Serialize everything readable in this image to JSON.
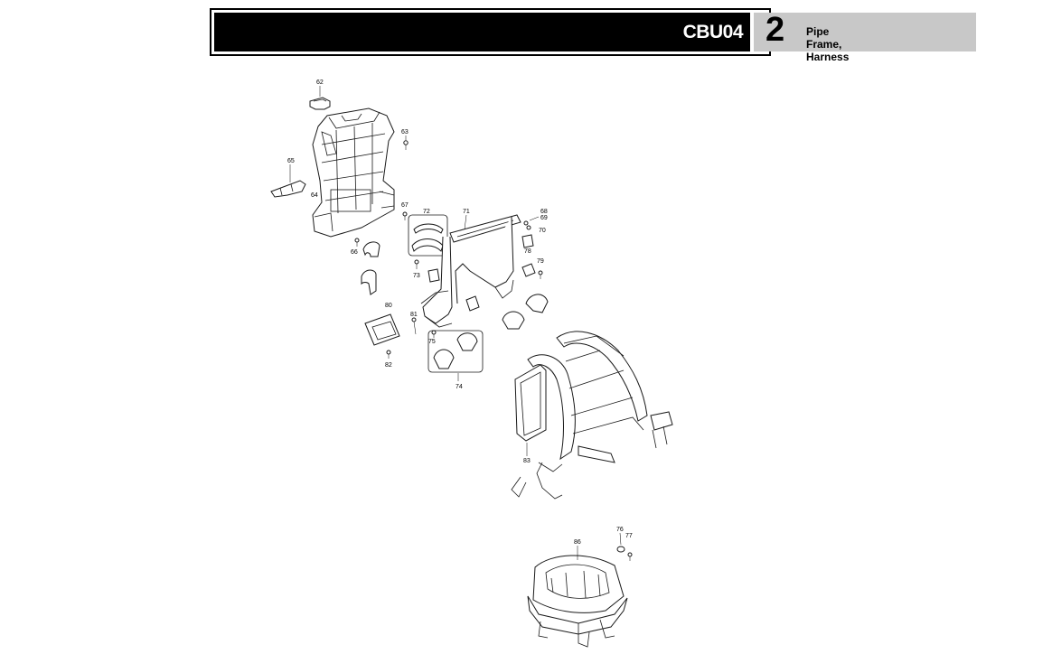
{
  "header": {
    "model": "CBU04",
    "section_number": "2",
    "section_title": "Pipe Frame, Harness"
  },
  "parts": {
    "p62a": "62",
    "p63": "63",
    "p65": "65",
    "p64": "64",
    "p66": "66",
    "p67": "67",
    "p72": "72",
    "p71": "71",
    "p68": "68",
    "p69": "69",
    "p70": "70",
    "p78": "78",
    "p79": "79",
    "p73": "73",
    "p80": "80",
    "p81": "81",
    "p75": "75",
    "p82": "82",
    "p74": "74",
    "p83": "83",
    "p76": "76",
    "p77": "77",
    "p86": "86"
  }
}
